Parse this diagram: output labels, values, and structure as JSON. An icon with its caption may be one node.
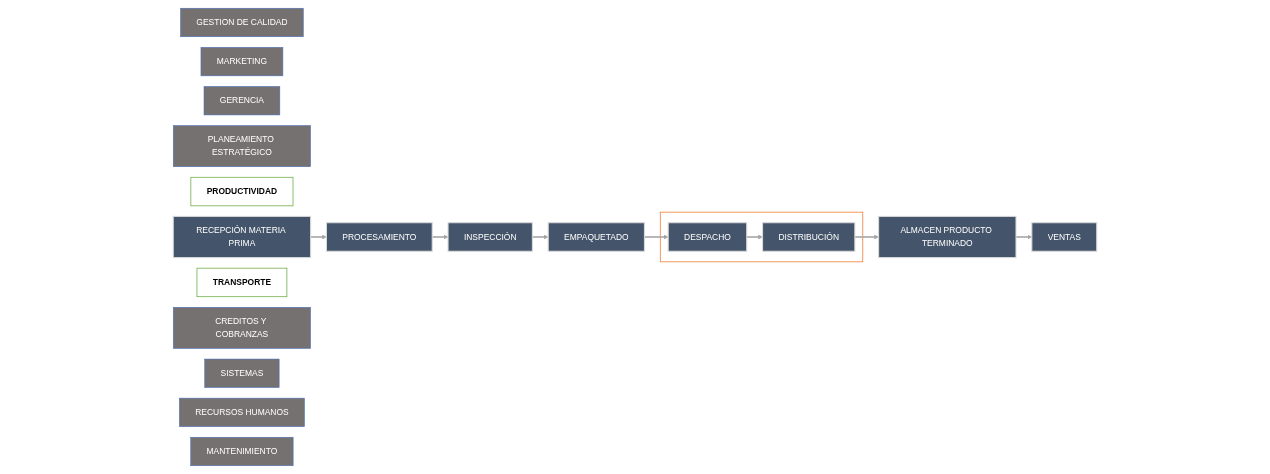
{
  "diagram": {
    "nodes": [
      {
        "text": [
          "GESTION DE CALIDAD"
        ]
      },
      {
        "text": [
          "MARKETING"
        ]
      },
      {
        "text": [
          "GERENCIA"
        ]
      },
      {
        "text": [
          "PLANEAMIENTO ESTRATÉGICO"
        ]
      },
      {
        "text": [
          "PRODUCTIVIDAD"
        ]
      },
      {
        "text": [
          "RECEPCIÓN MATERIA PRIMA"
        ]
      },
      {
        "text": [
          "PROCESAMIENTO"
        ]
      },
      {
        "text": [
          "INSPECCIÓN"
        ]
      },
      {
        "text": [
          "TRANSPORTE"
        ]
      },
      {
        "text": [],
        "shape": "box"
      },
      {
        "text": [
          "EMPAQUETADO"
        ]
      },
      {
        "text": [
          "DESPACHO"
        ],
        "in": 9
      },
      {
        "text": [
          "DISTRIBUCIÓN"
        ],
        "in": 9
      },
      {
        "text": [
          "ALMACEN PRODUCTO TERMINADO"
        ]
      },
      {
        "text": [
          "VENTAS"
        ]
      },
      {
        "text": [
          "CREDITOS Y COBRANZAS"
        ]
      },
      {
        "text": [
          "SISTEMAS"
        ]
      },
      {
        "text": [
          "RECURSOS HUMANOS"
        ]
      },
      {
        "text": [
          "MANTENIMIENTO"
        ]
      }
    ],
    "edges": [
      {
        "from": 5,
        "to": 6,
        "arrow": "to"
      },
      {
        "from": 6,
        "to": 7,
        "arrow": "to"
      },
      {
        "from": 7,
        "to": 10,
        "arrow": "to"
      },
      {
        "from": 10,
        "to": 11,
        "arrow": "to"
      },
      {
        "from": 11,
        "to": 12,
        "arrow": "to"
      },
      {
        "from": 12,
        "to": 13,
        "arrow": "to"
      },
      {
        "from": 13,
        "to": 14,
        "arrow": "to"
      }
    ]
  }
}
